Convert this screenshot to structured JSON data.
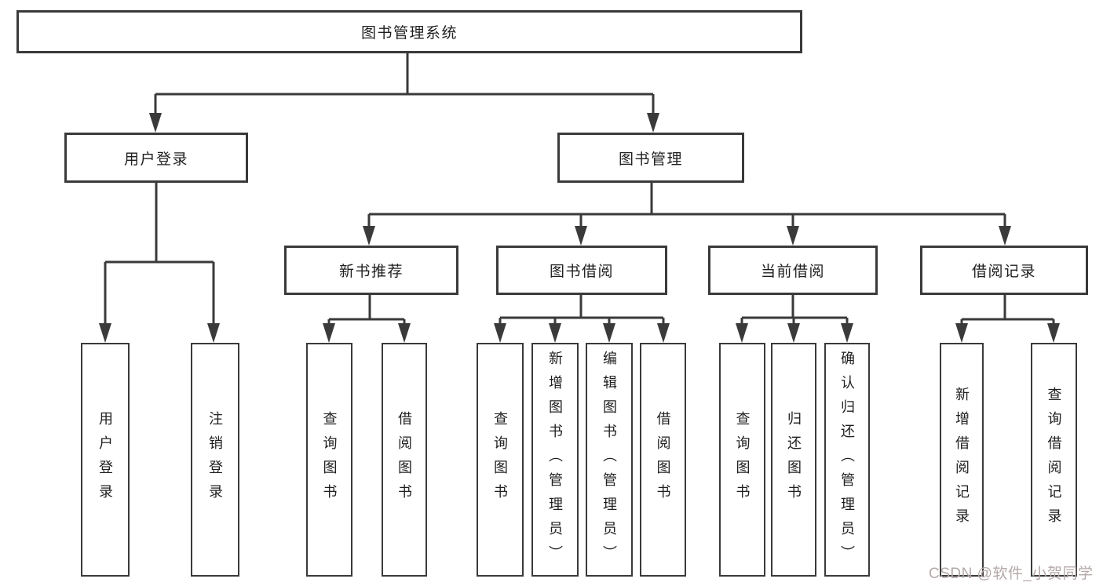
{
  "colors": {
    "line": "#3a3a3a",
    "text": "#1f1f1f",
    "watermark": "#b5a9a9",
    "background": "#ffffff"
  },
  "tree": {
    "root": {
      "label": "图书管理系统"
    },
    "branches": [
      {
        "label": "用户登录",
        "children": [
          {
            "label": "用户登录"
          },
          {
            "label": "注销登录"
          }
        ]
      },
      {
        "label": "图书管理",
        "children": [
          {
            "label": "新书推荐",
            "children": [
              {
                "label": "查询图书"
              },
              {
                "label": "借阅图书"
              }
            ]
          },
          {
            "label": "图书借阅",
            "children": [
              {
                "label": "查询图书"
              },
              {
                "label": "新增图书（管理员）"
              },
              {
                "label": "编辑图书（管理员）"
              },
              {
                "label": "借阅图书"
              }
            ]
          },
          {
            "label": "当前借阅",
            "children": [
              {
                "label": "查询图书"
              },
              {
                "label": "归还图书"
              },
              {
                "label": "确认归还（管理员）"
              }
            ]
          },
          {
            "label": "借阅记录",
            "children": [
              {
                "label": "新增借阅记录"
              },
              {
                "label": "查询借阅记录"
              }
            ]
          }
        ]
      }
    ]
  },
  "watermark": {
    "text": "CSDN @软件_小贺同学"
  }
}
